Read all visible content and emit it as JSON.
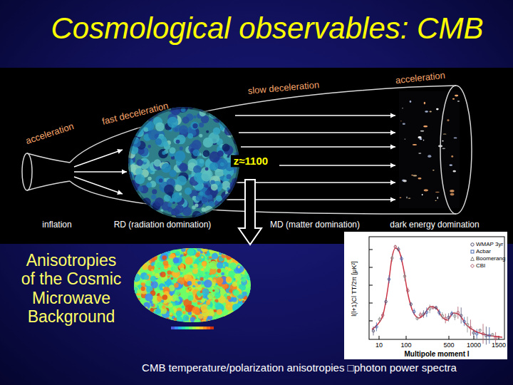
{
  "diagram": {
    "title": "Cosmological observables: CMB",
    "caption": "CMB temperature/polarization anisotropies □photon power spectra",
    "labels": [
      "acceleration",
      "fast deceleration",
      "slow deceleration",
      "acceleration",
      "z≈1100",
      "inflation",
      "RD (radiation domination)",
      "MD (matter domination)",
      "dark energy domination",
      "Anisotropies of the Cosmic Microwave Background",
      "l(l+1)Cl TT/2π [μK²]",
      "10",
      "100",
      "500",
      "1000",
      "1500",
      "Multipole moment l"
    ],
    "legend": [
      {
        "text": "WMAP 3yr"
      },
      {
        "text": "Acbar"
      },
      {
        "text": "Boomerang"
      },
      {
        "text": "CBI"
      }
    ]
  }
}
